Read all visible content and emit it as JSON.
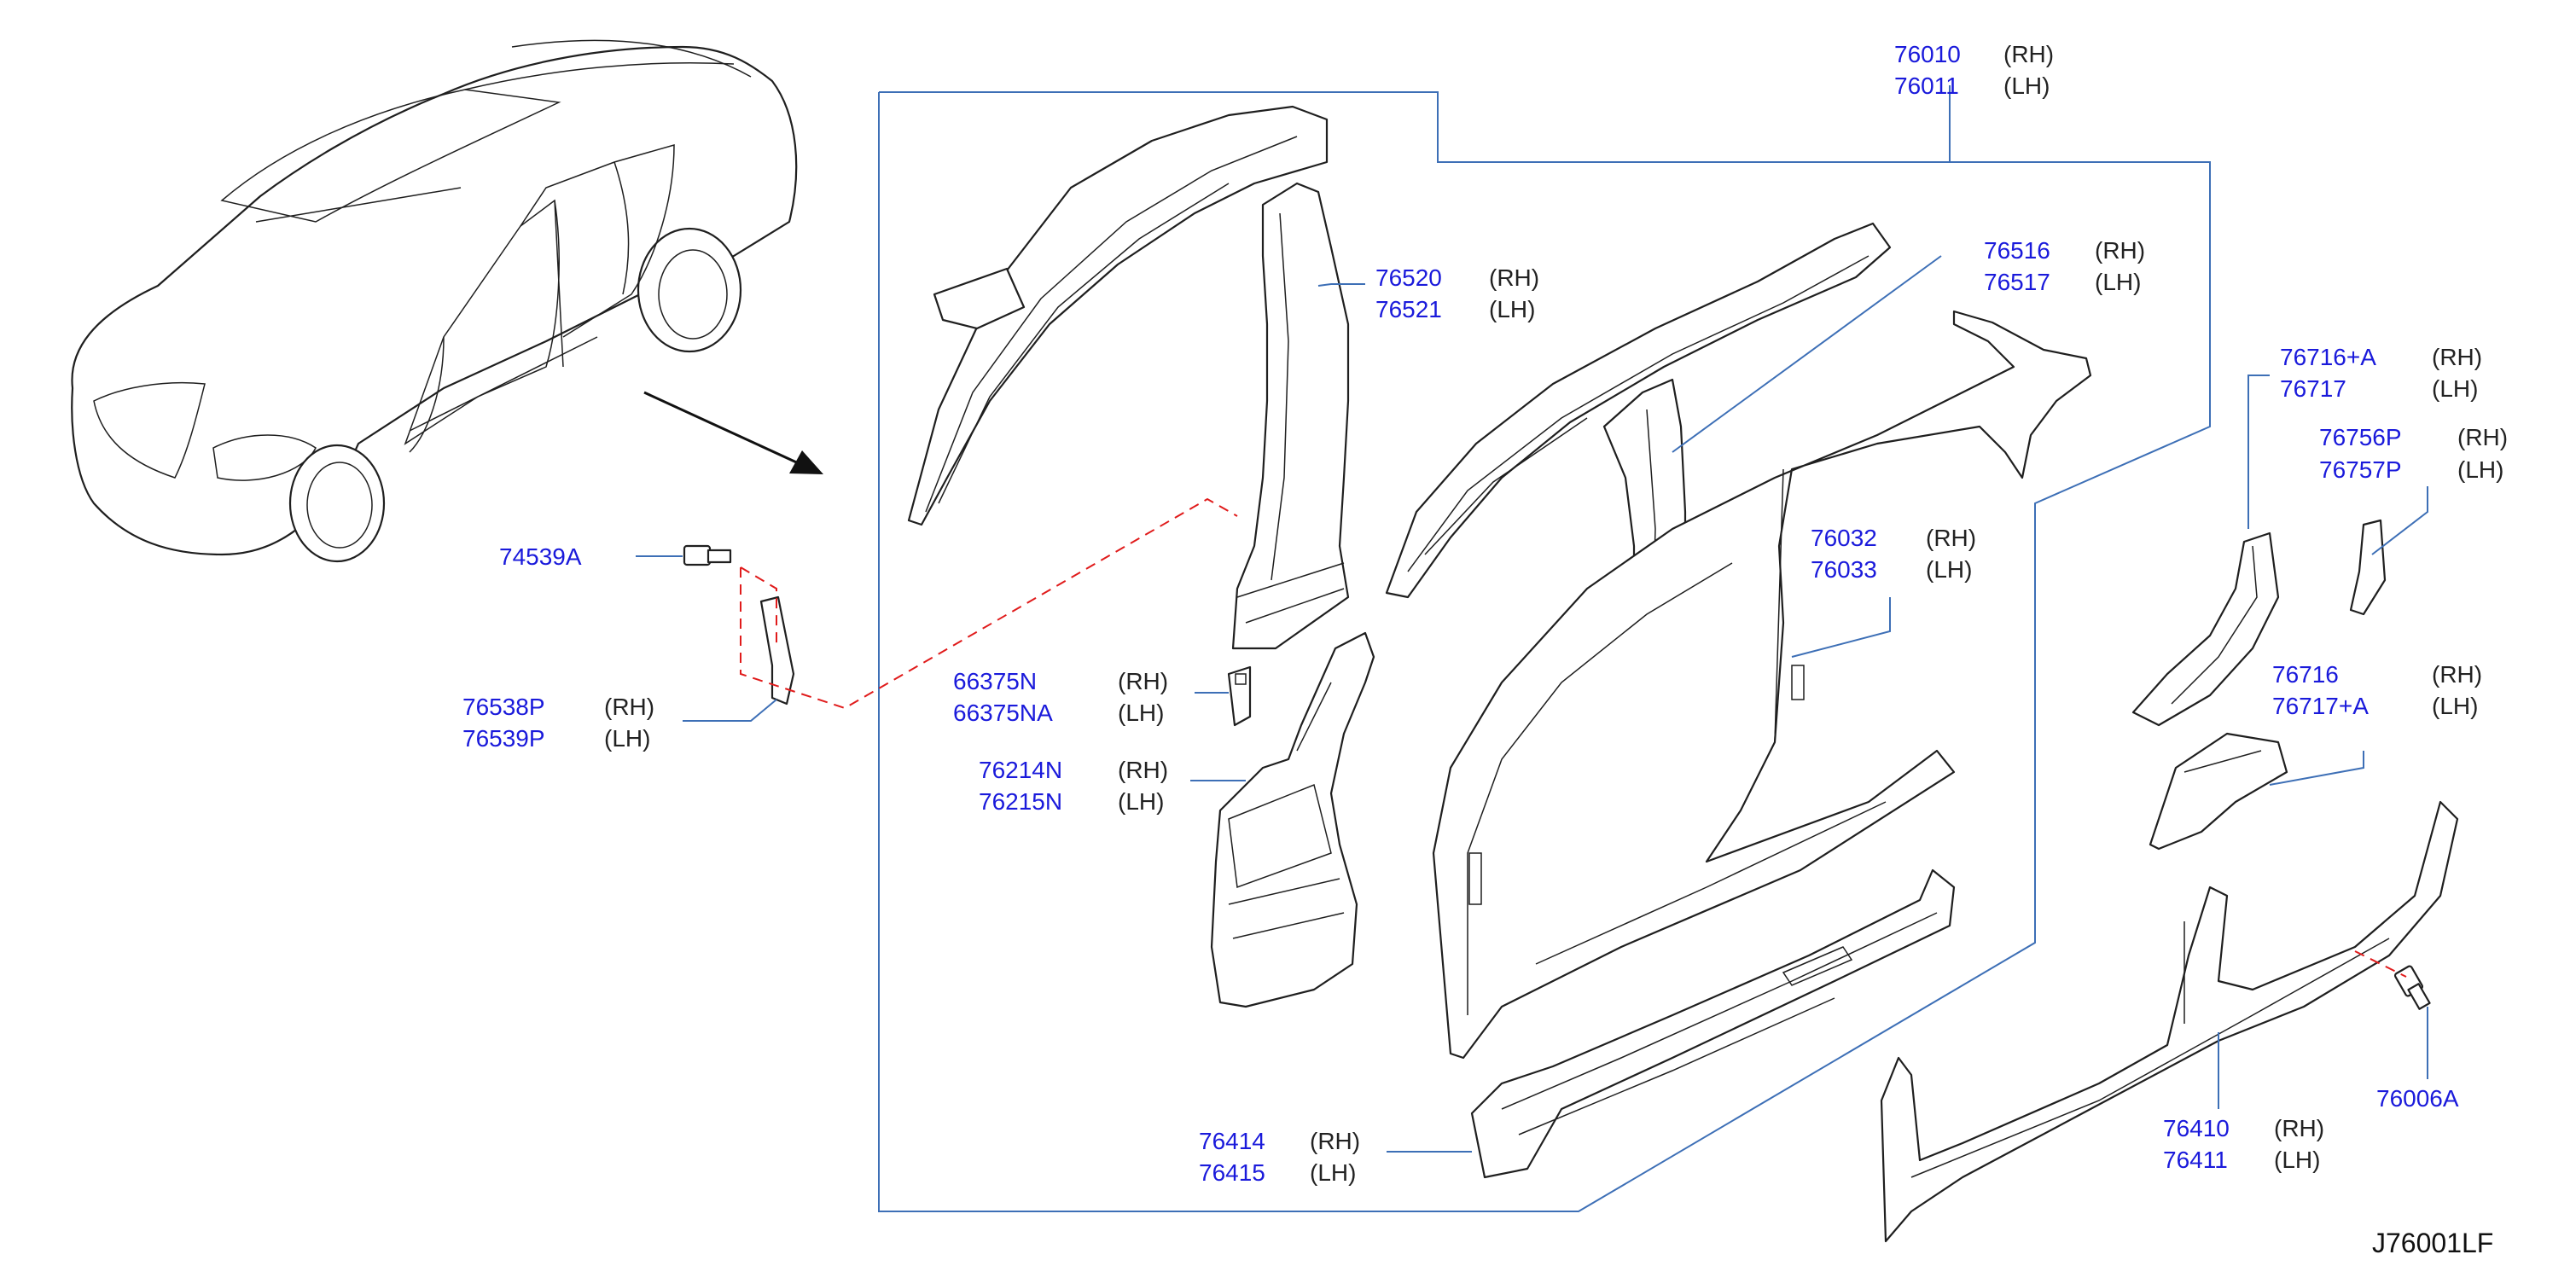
{
  "callouts": [
    {
      "id": "c1",
      "parts": [
        {
          "pn": "76010",
          "side": "(RH)"
        },
        {
          "pn": "76011",
          "side": "(LH)"
        }
      ]
    },
    {
      "id": "c2",
      "parts": [
        {
          "pn": "76520",
          "side": "(RH)"
        },
        {
          "pn": "76521",
          "side": "(LH)"
        }
      ]
    },
    {
      "id": "c3",
      "parts": [
        {
          "pn": "76516",
          "side": "(RH)"
        },
        {
          "pn": "76517",
          "side": "(LH)"
        }
      ]
    },
    {
      "id": "c4",
      "parts": [
        {
          "pn": "76716+A",
          "side": "(RH)"
        },
        {
          "pn": "76717",
          "side": "(LH)"
        }
      ]
    },
    {
      "id": "c5",
      "parts": [
        {
          "pn": "76756P",
          "side": "(RH)"
        },
        {
          "pn": "76757P",
          "side": "(LH)"
        }
      ]
    },
    {
      "id": "c6",
      "parts": [
        {
          "pn": "74539A",
          "side": ""
        }
      ]
    },
    {
      "id": "c7",
      "parts": [
        {
          "pn": "76032",
          "side": "(RH)"
        },
        {
          "pn": "76033",
          "side": "(LH)"
        }
      ]
    },
    {
      "id": "c8",
      "parts": [
        {
          "pn": "66375N",
          "side": "(RH)"
        },
        {
          "pn": "66375NA",
          "side": "(LH)"
        }
      ]
    },
    {
      "id": "c9",
      "parts": [
        {
          "pn": "76538P",
          "side": "(RH)"
        },
        {
          "pn": "76539P",
          "side": "(LH)"
        }
      ]
    },
    {
      "id": "c10",
      "parts": [
        {
          "pn": "76716",
          "side": "(RH)"
        },
        {
          "pn": "76717+A",
          "side": "(LH)"
        }
      ]
    },
    {
      "id": "c11",
      "parts": [
        {
          "pn": "76214N",
          "side": "(RH)"
        },
        {
          "pn": "76215N",
          "side": "(LH)"
        }
      ]
    },
    {
      "id": "c12",
      "parts": [
        {
          "pn": "76006A",
          "side": ""
        }
      ]
    },
    {
      "id": "c13",
      "parts": [
        {
          "pn": "76410",
          "side": "(RH)"
        },
        {
          "pn": "76411",
          "side": "(LH)"
        }
      ]
    },
    {
      "id": "c14",
      "parts": [
        {
          "pn": "76414",
          "side": "(RH)"
        },
        {
          "pn": "76415",
          "side": "(LH)"
        }
      ]
    }
  ],
  "diagram_code": "J76001LF",
  "colors": {
    "part_number": "#1a1adb",
    "leader": "#3d6fb6",
    "dashed_fastener_line": "#e01b1b",
    "line_art": "#1f1f1f"
  }
}
